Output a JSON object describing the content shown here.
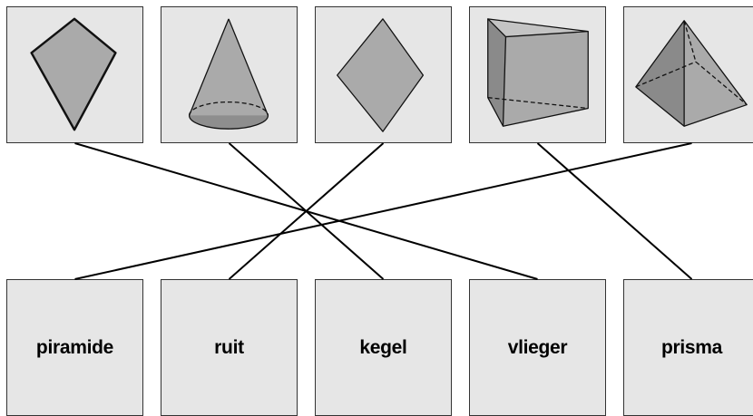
{
  "shapes": [
    {
      "id": "kite",
      "icon": "kite-shape-icon"
    },
    {
      "id": "cone",
      "icon": "cone-shape-icon"
    },
    {
      "id": "rhombus",
      "icon": "rhombus-shape-icon"
    },
    {
      "id": "prism",
      "icon": "triangular-prism-icon"
    },
    {
      "id": "pyramid",
      "icon": "square-pyramid-icon"
    }
  ],
  "words": [
    {
      "id": "pyramid",
      "label": "piramide"
    },
    {
      "id": "rhombus",
      "label": "ruit"
    },
    {
      "id": "cone",
      "label": "kegel"
    },
    {
      "id": "kite",
      "label": "vlieger"
    },
    {
      "id": "prism",
      "label": "prisma"
    }
  ],
  "links": [
    {
      "shape": 0,
      "word": 3
    },
    {
      "shape": 1,
      "word": 2
    },
    {
      "shape": 2,
      "word": 1
    },
    {
      "shape": 3,
      "word": 4
    },
    {
      "shape": 4,
      "word": 0
    }
  ],
  "colors": {
    "card_fill": "#e6e6e6",
    "card_border": "#333333",
    "shape_fill": "#aaaaaa",
    "shape_dark": "#8a8a8a",
    "shape_light": "#c4c4c4",
    "line": "#000000"
  }
}
